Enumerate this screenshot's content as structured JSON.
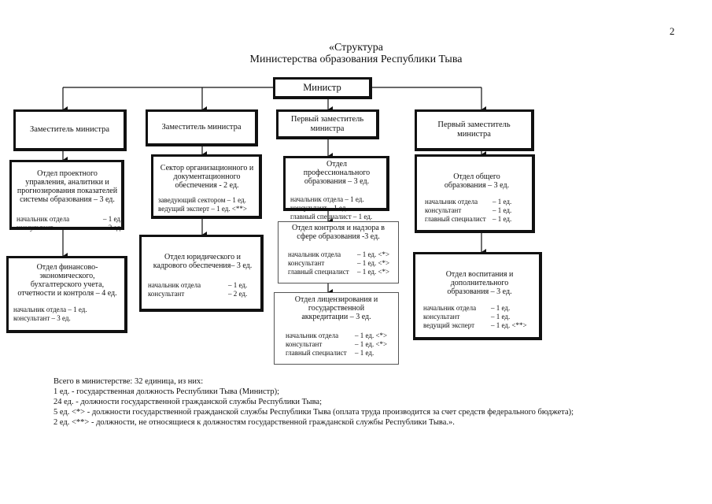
{
  "page_number": "2",
  "title_line1": "«Структура",
  "title_line2": "Министерства образования Республики Тыва",
  "minister": "Министр",
  "deputies": [
    "Заместитель министра",
    "Заместитель министра",
    "Первый заместитель министра",
    "Первый заместитель министра"
  ],
  "departments": [
    {
      "title": "Отдел проектного управления, аналитики и прогнозирования показателей системы образования – 3 ед.",
      "staff": [
        {
          "role": "начальник отдела",
          "count": "– 1 ед."
        },
        {
          "role": "консультант",
          "count": "– 2 ед."
        }
      ]
    },
    {
      "title": "Отдел финансово-экономического, бухгалтерского учета, отчетности и контроля – 4 ед.",
      "staff": [
        {
          "role": "начальник отдела – 1 ед."
        },
        {
          "role": "консультант – 3 ед."
        }
      ]
    },
    {
      "title": "Сектор организационного и документационного обеспечения - 2 ед.",
      "staff": [
        {
          "role": "заведующий сектором – 1 ед."
        },
        {
          "role": "ведущий эксперт – 1 ед. <**>"
        }
      ]
    },
    {
      "title": "Отдел юридического и кадрового обеспечения– 3 ед.",
      "staff": [
        {
          "role": "начальник отдела",
          "count": "– 1 ед."
        },
        {
          "role": "консультант",
          "count": "– 2 ед."
        }
      ]
    },
    {
      "title": "Отдел профессионального образования – 3 ед.",
      "staff": [
        {
          "role": "начальник отдела – 1 ед."
        },
        {
          "role": "консультант – 1 ед."
        },
        {
          "role": "главный специалист – 1 ед."
        }
      ]
    },
    {
      "title": "Отдел контроля и надзора в сфере образования -3 ед.",
      "staff": [
        {
          "role": "начальник отдела",
          "count": "– 1 ед. <*>"
        },
        {
          "role": "консультант",
          "count": "– 1 ед. <*>"
        },
        {
          "role": "главный специалист",
          "count": "– 1 ед. <*>"
        }
      ]
    },
    {
      "title": "Отдел лицензирования и государственной аккредитации – 3 ед.",
      "staff": [
        {
          "role": "начальник отдела",
          "count": "– 1 ед. <*>"
        },
        {
          "role": "консультант",
          "count": "– 1 ед. <*>"
        },
        {
          "role": "главный специалист",
          "count": "– 1 ед."
        }
      ]
    },
    {
      "title": "Отдел общего образования – 3 ед.",
      "staff": [
        {
          "role": "начальник отдела",
          "count": "– 1 ед."
        },
        {
          "role": "консультант",
          "count": "– 1 ед."
        },
        {
          "role": "главный специалист",
          "count": "– 1 ед."
        }
      ]
    },
    {
      "title": "Отдел воспитания и дополнительного образования – 3 ед.",
      "staff": [
        {
          "role": "начальник отдела",
          "count": "– 1 ед."
        },
        {
          "role": "консультант",
          "count": "– 1 ед."
        },
        {
          "role": "ведущий эксперт",
          "count": "– 1 ед. <**>"
        }
      ]
    }
  ],
  "notes": [
    "Всего в министерстве: 32 единица, из них:",
    "1 ед. - государственная должность Республики Тыва (Министр);",
    "24 ед. - должности государственной гражданской службы Республики Тыва;",
    "5 ед. <*> - должности государственной гражданской службы Республики Тыва (оплата труда производится за счет средств федерального бюджета);",
    "2 ед. <**> - должности, не относящиеся к должностям государственной гражданской службы Республики Тыва.»."
  ]
}
